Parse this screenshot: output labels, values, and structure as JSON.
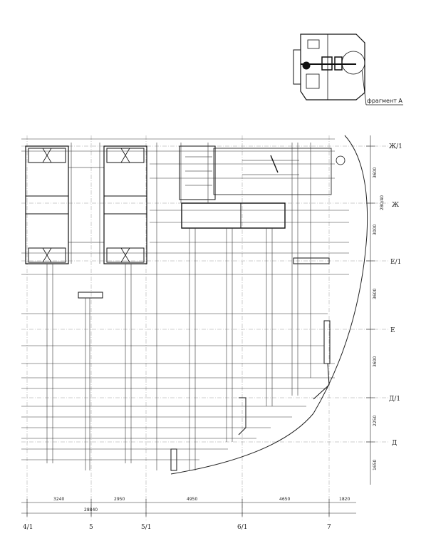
{
  "key_plan": {
    "callout_label": "фрагмент А"
  },
  "axes_right": [
    {
      "label": "Ж/1"
    },
    {
      "label": "Ж"
    },
    {
      "label": "Е/1"
    },
    {
      "label": "Е"
    },
    {
      "label": "Д/1"
    },
    {
      "label": "Д"
    }
  ],
  "axes_bottom": [
    {
      "label": "4/1"
    },
    {
      "label": "5"
    },
    {
      "label": "5/1"
    },
    {
      "label": "6/1"
    },
    {
      "label": "7"
    }
  ],
  "dims_right": [
    "3600",
    "280/40",
    "3000",
    "3600",
    "3600",
    "2250",
    "1650"
  ],
  "dims_bottom": [
    "3240",
    "2950",
    "4950",
    "4650",
    "1820"
  ],
  "dims_total": "28840"
}
